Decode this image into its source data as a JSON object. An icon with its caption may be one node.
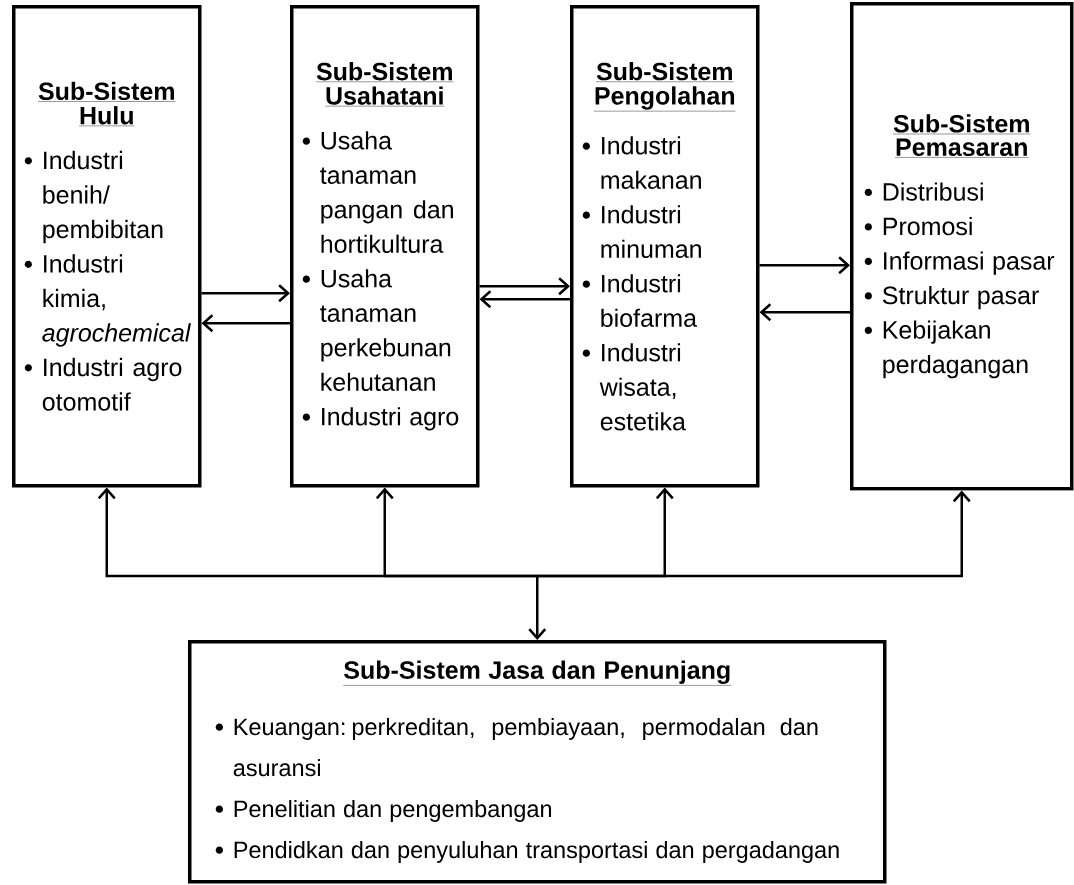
{
  "diagram": {
    "nodes": [
      {
        "text": [
          "Sub-Sistem Hulu",
          "Industri benih/ pembibitan",
          "Industri kimia, *agrochemical*",
          "Industri agro otomotif"
        ]
      },
      {
        "text": [
          "Sub-Sistem Usahatani",
          "Usaha tanaman pangan dan hortikultura",
          "Usaha tanaman perkebunan kehutanan",
          "Industri agro"
        ]
      },
      {
        "text": [
          "Sub-Sistem Pengolahan",
          "Industri makanan",
          "Industri minuman",
          "Industri biofarma",
          "Industri wisata, estetika"
        ]
      },
      {
        "text": [
          "Sub-Sistem Pemasaran",
          "Distribusi",
          "Promosi",
          "Informasi pasar",
          "Struktur pasar",
          "Kebijakan perdagangan"
        ]
      },
      {
        "text": [
          "Sub-Sistem Jasa dan Penunjang",
          "Keuangan: perkreditan, pembiayaan, permodalan dan asuransi",
          "Penelitian dan pengembangan",
          "Pendidkan dan penyuluhan transportasi dan pergadangan"
        ]
      }
    ],
    "edges": [
      {
        "from": 0,
        "to": 1,
        "arrow": "to"
      },
      {
        "from": 1,
        "to": 0,
        "arrow": "to"
      },
      {
        "from": 1,
        "to": 2,
        "arrow": "to"
      },
      {
        "from": 2,
        "to": 1,
        "arrow": "to"
      },
      {
        "from": 2,
        "to": 3,
        "arrow": "to"
      },
      {
        "from": 3,
        "to": 2,
        "arrow": "to"
      },
      {
        "from": 4,
        "to": 0,
        "arrow": "both"
      },
      {
        "from": 4,
        "to": 1,
        "arrow": "both"
      },
      {
        "from": 4,
        "to": 2,
        "arrow": "both"
      },
      {
        "from": 4,
        "to": 3,
        "arrow": "both"
      }
    ]
  }
}
